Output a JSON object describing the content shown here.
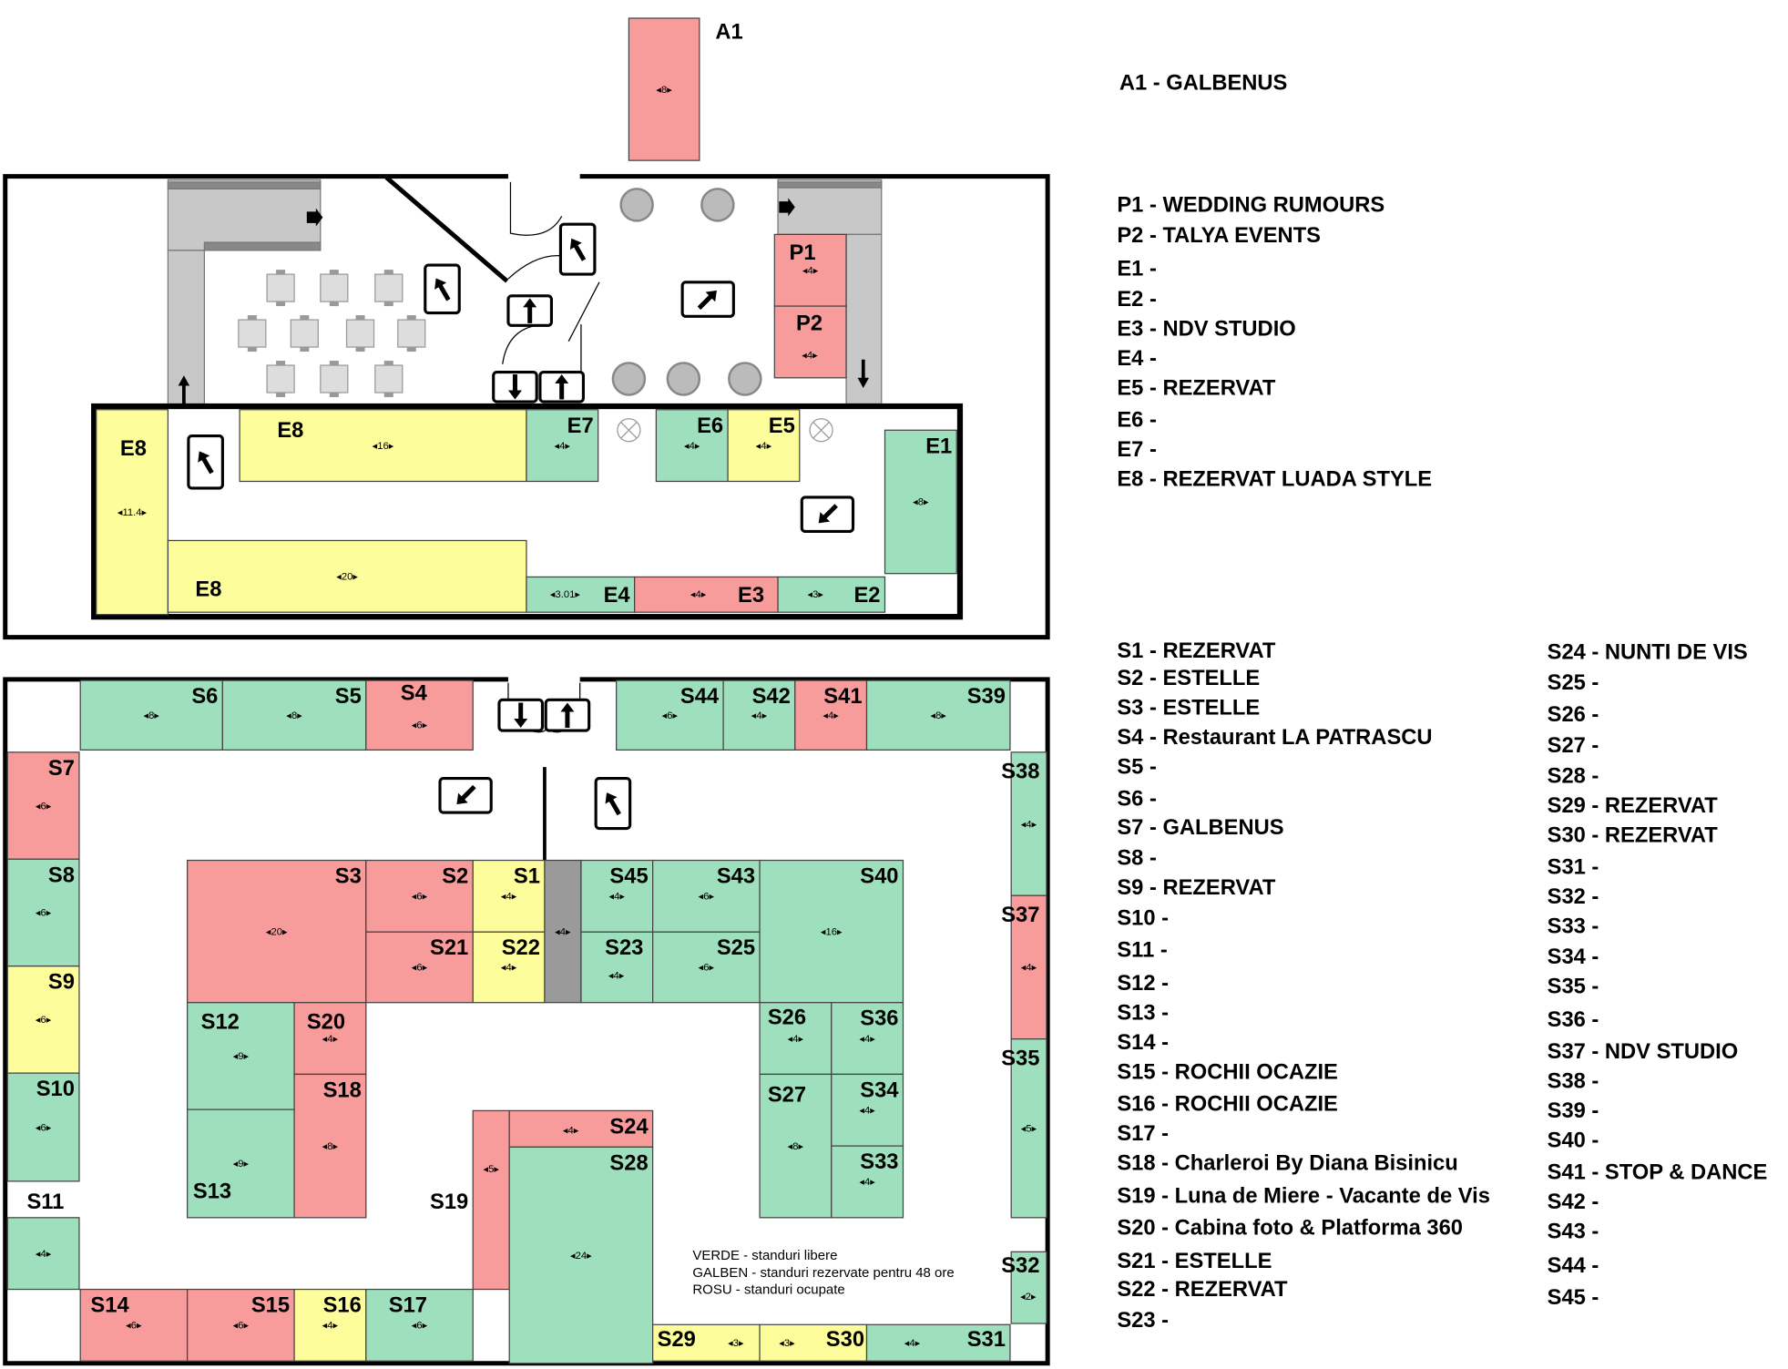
{
  "colors": {
    "red": "#f89b9b",
    "green": "#9ee0bd",
    "yellow": "#fdfd9b",
    "gray": "#9a9a9a",
    "wall": "#000000",
    "stairs": "#c8c8c8"
  },
  "stands": [
    {
      "id": "A1",
      "status": "red",
      "dim": "8"
    },
    {
      "id": "P1",
      "status": "red",
      "dim": "4"
    },
    {
      "id": "P2",
      "status": "red",
      "dim": "4"
    },
    {
      "id": "E8",
      "key": "E8a",
      "status": "yellow",
      "dim": "11.4"
    },
    {
      "id": "E8",
      "key": "E8b",
      "status": "yellow",
      "dim": "16"
    },
    {
      "id": "E8",
      "key": "E8c",
      "status": "yellow",
      "dim": "20"
    },
    {
      "id": "E7",
      "status": "green",
      "dim": "4"
    },
    {
      "id": "E6",
      "status": "green",
      "dim": "4"
    },
    {
      "id": "E5",
      "status": "yellow",
      "dim": "4"
    },
    {
      "id": "E1",
      "status": "green",
      "dim": "8"
    },
    {
      "id": "E4",
      "status": "green",
      "dim": "3.01"
    },
    {
      "id": "E3",
      "status": "red",
      "dim": "4"
    },
    {
      "id": "E2",
      "status": "green",
      "dim": "3"
    },
    {
      "id": "S6",
      "status": "green",
      "dim": "8"
    },
    {
      "id": "S5",
      "status": "green",
      "dim": "8"
    },
    {
      "id": "S4",
      "status": "red",
      "dim": "6"
    },
    {
      "id": "S44",
      "status": "green",
      "dim": "6"
    },
    {
      "id": "S42",
      "status": "green",
      "dim": "4"
    },
    {
      "id": "S41",
      "status": "red",
      "dim": "4"
    },
    {
      "id": "S39",
      "status": "green",
      "dim": "8"
    },
    {
      "id": "S7",
      "status": "red",
      "dim": "6"
    },
    {
      "id": "S8",
      "status": "green",
      "dim": "6"
    },
    {
      "id": "S9",
      "status": "yellow",
      "dim": "6"
    },
    {
      "id": "S10",
      "status": "green",
      "dim": "6"
    },
    {
      "id": "S11",
      "status": "green",
      "dim": "4"
    },
    {
      "id": "S3",
      "status": "red",
      "dim": "20"
    },
    {
      "id": "S2",
      "status": "red",
      "dim": "6"
    },
    {
      "id": "S21",
      "status": "red",
      "dim": "6"
    },
    {
      "id": "S1",
      "status": "yellow",
      "dim": "4"
    },
    {
      "id": "S22",
      "status": "yellow",
      "dim": "4"
    },
    {
      "id": "",
      "key": "COL",
      "status": "gray",
      "dim": "4"
    },
    {
      "id": "S45",
      "status": "green",
      "dim": "4"
    },
    {
      "id": "S43",
      "status": "green",
      "dim": "6"
    },
    {
      "id": "S23",
      "status": "green",
      "dim": "4"
    },
    {
      "id": "S25",
      "status": "green",
      "dim": "6"
    },
    {
      "id": "S40",
      "status": "green",
      "dim": "16"
    },
    {
      "id": "S12",
      "status": "green",
      "dim": "9"
    },
    {
      "id": "S13",
      "status": "green",
      "dim": "9"
    },
    {
      "id": "S20",
      "status": "red",
      "dim": "4"
    },
    {
      "id": "S18",
      "status": "red",
      "dim": "8"
    },
    {
      "id": "S26",
      "status": "green",
      "dim": "4"
    },
    {
      "id": "S36",
      "status": "green",
      "dim": "4"
    },
    {
      "id": "S27",
      "status": "green",
      "dim": "8"
    },
    {
      "id": "S34",
      "status": "green",
      "dim": "4"
    },
    {
      "id": "S33",
      "status": "green",
      "dim": "4"
    },
    {
      "id": "S19",
      "status": "red",
      "dim": "5"
    },
    {
      "id": "S24",
      "status": "red",
      "dim": "4"
    },
    {
      "id": "S28",
      "status": "green",
      "dim": "24"
    },
    {
      "id": "S38",
      "status": "green",
      "dim": "4"
    },
    {
      "id": "S37",
      "status": "red",
      "dim": "4"
    },
    {
      "id": "S35",
      "status": "green",
      "dim": "5"
    },
    {
      "id": "S32",
      "status": "green",
      "dim": "2"
    },
    {
      "id": "S14",
      "status": "red",
      "dim": "6"
    },
    {
      "id": "S15",
      "status": "red",
      "dim": "6"
    },
    {
      "id": "S16",
      "status": "yellow",
      "dim": "4"
    },
    {
      "id": "S17",
      "status": "green",
      "dim": "6"
    },
    {
      "id": "S29",
      "status": "yellow",
      "dim": "3"
    },
    {
      "id": "S30",
      "status": "yellow",
      "dim": "3"
    },
    {
      "id": "S31",
      "status": "green",
      "dim": "4"
    }
  ],
  "note": [
    "VERDE - standuri libere",
    "GALBEN - standuri rezervate pentru 48 ore",
    "ROSU - standuri ocupate"
  ],
  "legend": {
    "top": [
      "A1 - GALBENUS"
    ],
    "upper": [
      "P1 - WEDDING RUMOURS",
      "P2 - TALYA EVENTS",
      "E1 -",
      "E2 -",
      "E3 - NDV STUDIO",
      "E4 -",
      "E5 - REZERVAT",
      "E6 -",
      "E7 -",
      "E8 - REZERVAT LUADA STYLE"
    ],
    "s_col1": [
      "S1 - REZERVAT",
      "S2 - ESTELLE",
      "S3 - ESTELLE",
      "S4 - Restaurant LA PATRASCU",
      "S5 -",
      "S6 -",
      "S7 - GALBENUS",
      "S8 -",
      "S9 - REZERVAT",
      "S10 -",
      "S11 -",
      "S12 -",
      "S13 -",
      "S14 -",
      "S15 - ROCHII OCAZIE",
      "S16 - ROCHII OCAZIE",
      "S17 -",
      "S18 - Charleroi By Diana Bisinicu",
      "S19 - Luna de Miere - Vacante de Vis",
      "S20 - Cabina foto & Platforma 360",
      "S21 - ESTELLE",
      "S22 - REZERVAT",
      "S23 -"
    ],
    "s_col2": [
      "S24 - NUNTI DE VIS",
      "S25 -",
      "S26 -",
      "S27 -",
      "S28 -",
      "S29 - REZERVAT",
      "S30 - REZERVAT",
      "S31 -",
      "S32 -",
      "S33 -",
      "S34 -",
      "S35 -",
      "S36 -",
      "S37 - NDV STUDIO",
      "S38 -",
      "S39 -",
      "S40 -",
      "S41 - STOP & DANCE",
      "S42 -",
      "S43 -",
      "S44 -",
      "S45 -"
    ]
  }
}
